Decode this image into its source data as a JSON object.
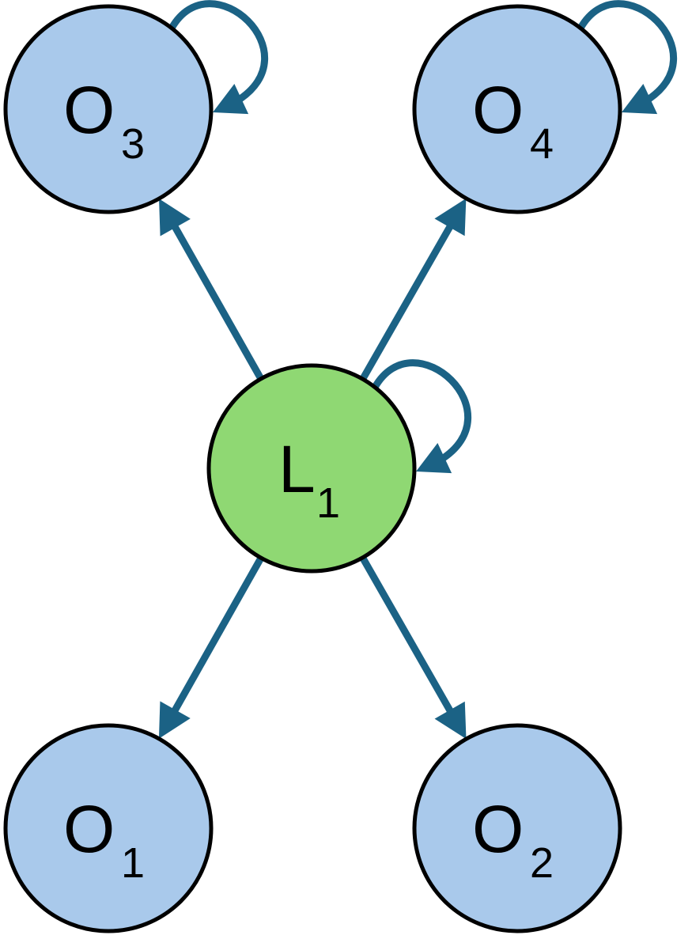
{
  "colors": {
    "observed_fill": "#a9c9eb",
    "latent_fill": "#8fd873",
    "edge": "#1b6285",
    "outline": "#000000"
  },
  "nodes": [
    {
      "id": "L1",
      "letter": "L",
      "index": "1",
      "kind": "latent"
    },
    {
      "id": "O1",
      "letter": "O",
      "index": "1",
      "kind": "observed"
    },
    {
      "id": "O2",
      "letter": "O",
      "index": "2",
      "kind": "observed"
    },
    {
      "id": "O3",
      "letter": "O",
      "index": "3",
      "kind": "observed"
    },
    {
      "id": "O4",
      "letter": "O",
      "index": "4",
      "kind": "observed"
    }
  ],
  "edges": [
    {
      "from": "L1",
      "to": "O1"
    },
    {
      "from": "L1",
      "to": "O2"
    },
    {
      "from": "L1",
      "to": "O3"
    },
    {
      "from": "L1",
      "to": "O4"
    }
  ],
  "self_loops": [
    "O3",
    "O4",
    "L1"
  ]
}
